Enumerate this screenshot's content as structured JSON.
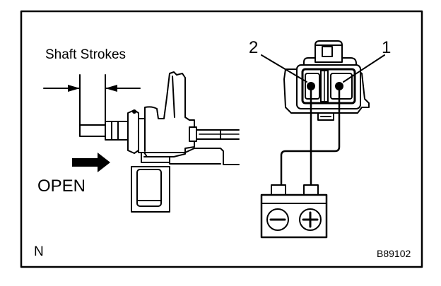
{
  "labels": {
    "shaft_strokes": "Shaft Strokes",
    "open": "OPEN",
    "pin_2": "2",
    "pin_1": "1",
    "view_mark": "N",
    "figure_code": "B89102"
  },
  "symbols": {
    "negative_terminal": "minus-symbol",
    "positive_terminal": "plus-symbol"
  },
  "colors": {
    "line": "#000000",
    "background": "#ffffff"
  }
}
